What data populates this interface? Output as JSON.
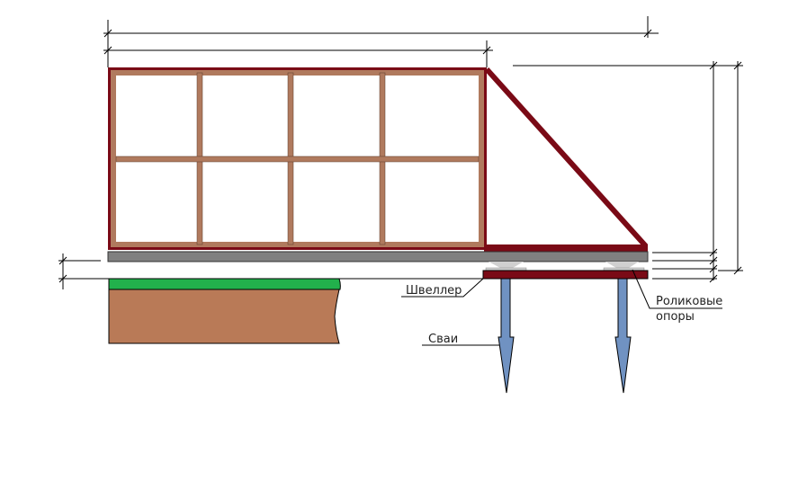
{
  "labels": {
    "channel": "Швеллер",
    "piles": "Сваи",
    "rollers_line1": "Роликовые",
    "rollers_line2": "опоры"
  },
  "colors": {
    "frame": "#7a0a16",
    "infill": "#b07a5e",
    "beam": "#808080",
    "roller": "#d0d0d0",
    "pile": "#7092c2",
    "grass": "#22b14c",
    "soil": "#b97a57"
  }
}
